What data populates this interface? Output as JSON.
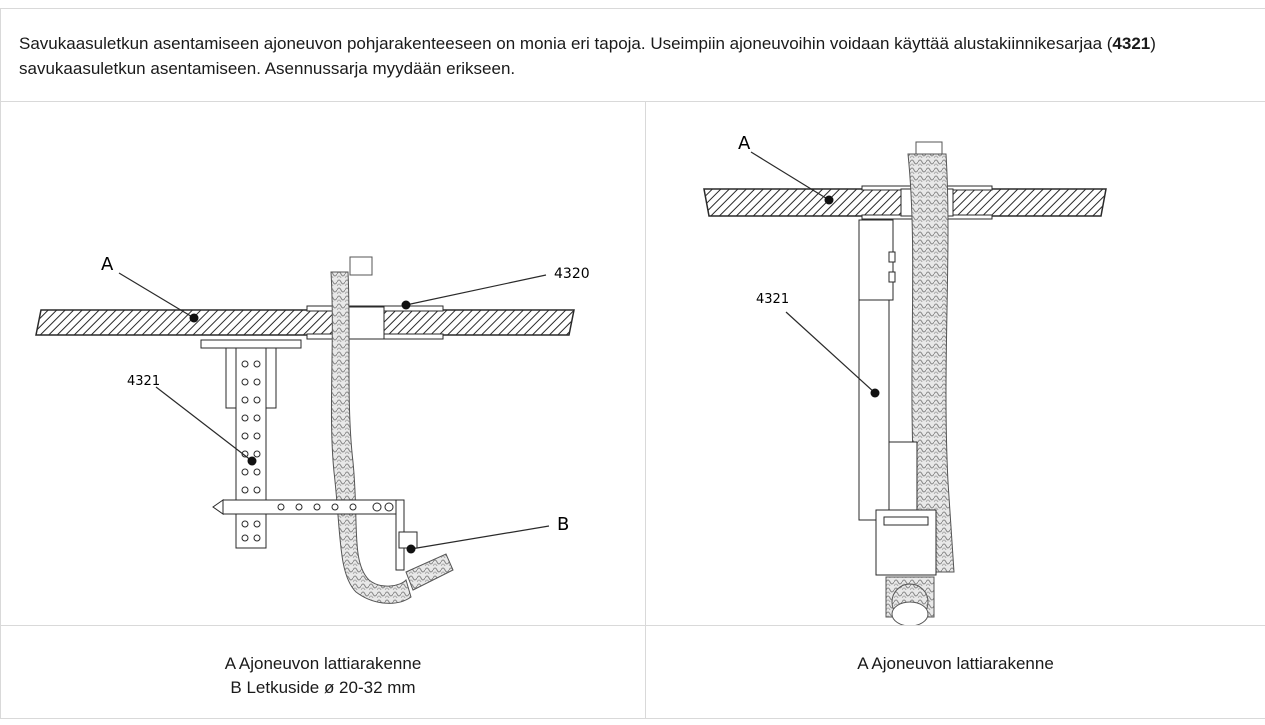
{
  "intro": {
    "part1": "Savukaasuletkun asentamiseen ajoneuvon pohjarakenteeseen on monia eri tapoja. Useimpiin ajoneuvoihin voidaan käyttää alustakiinnikesarjaa (",
    "bold": "4321",
    "part2": ") savukaasuletkun asentamiseen. Asennussarja myydään erikseen."
  },
  "figure_left": {
    "label_a": "A",
    "label_4320": "4320",
    "label_4321": "4321",
    "label_b": "B"
  },
  "figure_right": {
    "label_a": "A",
    "label_4321": "4321"
  },
  "captions": {
    "left_line1": "A Ajoneuvon lattiarakenne",
    "left_line2": "B Letkuside ø 20-32 mm",
    "right_line1": "A Ajoneuvon lattiarakenne"
  },
  "colors": {
    "border": "#d9d9d9",
    "line": "#2a2a2a"
  }
}
